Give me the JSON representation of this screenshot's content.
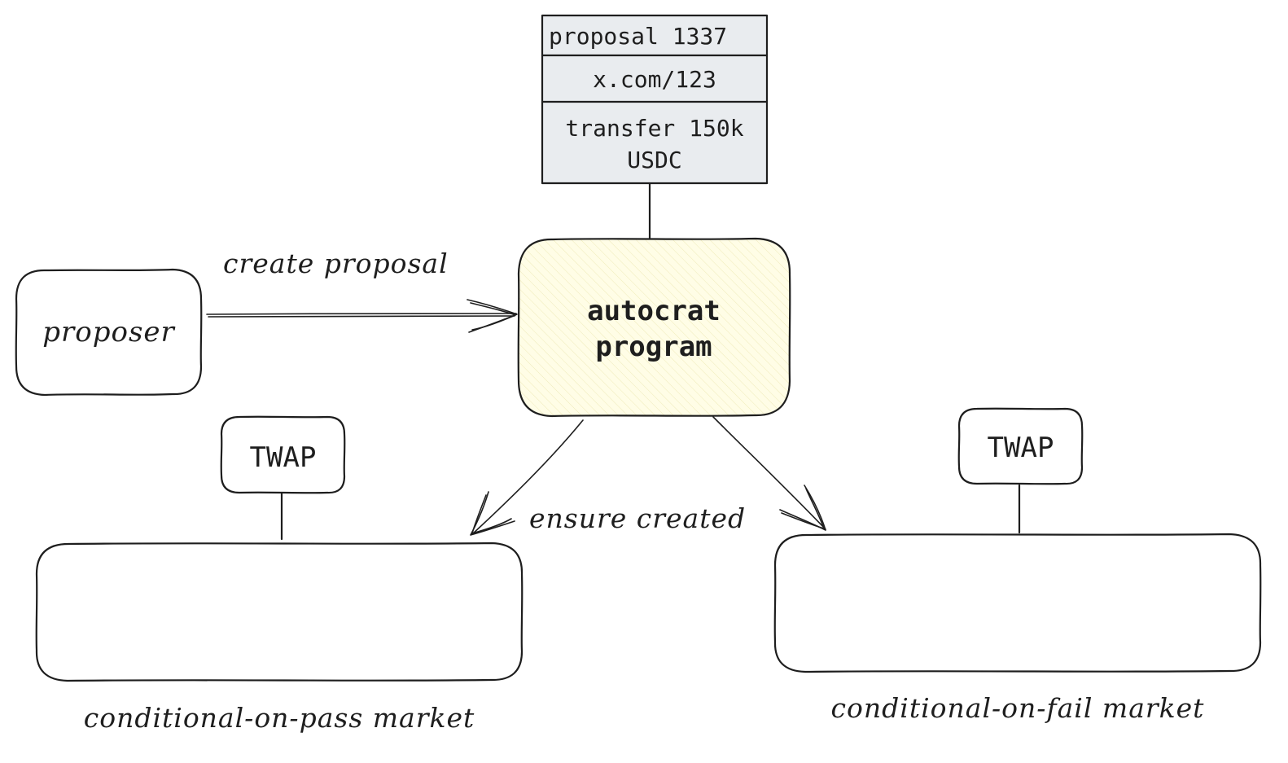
{
  "proposal": {
    "title": "proposal 1337",
    "link": "x.com/123",
    "action": "transfer 150k USDC"
  },
  "nodes": {
    "proposer": "proposer",
    "autocrat": "autocrat program",
    "twap_pass": "TWAP",
    "twap_fail": "TWAP",
    "pass_market": "conditional-on-pass market",
    "fail_market": "conditional-on-fail market"
  },
  "edges": {
    "create": "create proposal",
    "ensure": "ensure created"
  },
  "colors": {
    "stroke": "#1e1e1e",
    "autocrat_fill": "#fffde6",
    "proposal_fill": "#e9ecef"
  }
}
